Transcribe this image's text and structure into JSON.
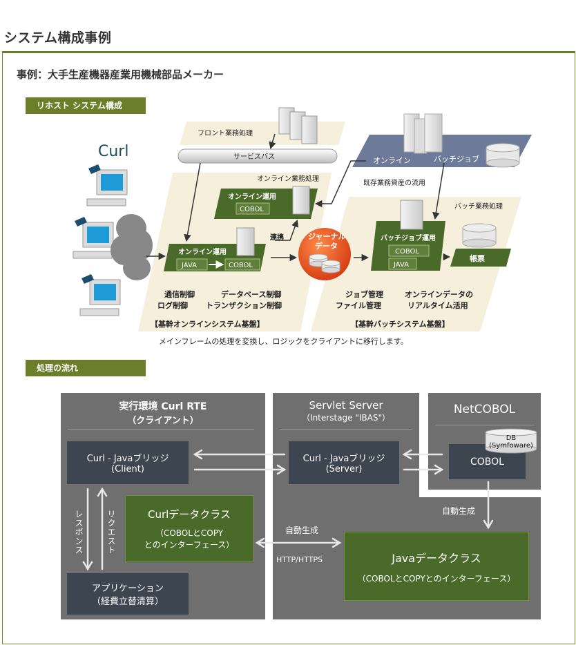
{
  "page_title": "システム構成事例",
  "case_title": "事例：大手生産機器産業用機械部品メーカー",
  "section1": "リホスト システム構成",
  "section2": "処理の流れ",
  "arch": {
    "curl_logo": "Curl",
    "front": "フロント業務処理",
    "service_bus": "サービスバス",
    "online_area_label": "オンライン業務処理",
    "online_ops_top": "オンライン運用",
    "cobol_top": "COBOL",
    "online_ops_main": "オンライン運用",
    "java_main": "JAVA",
    "cobol_main": "COBOL",
    "renkei": "連携",
    "journal_1": "ジャーナル",
    "journal_2": "データ",
    "legacy_online": "オンライン",
    "legacy_batch": "バッチジョブ",
    "legacy_reuse": "既存業務資産の流用",
    "batch_area_label": "バッチ業務処理",
    "batch_ops": "バッチジョブ運用",
    "batch_cobol": "COBOL",
    "batch_java": "JAVA",
    "ledger": "帳票",
    "feat_tsushin": "通信制御",
    "feat_log": "ログ制御",
    "feat_db": "データベース制御",
    "feat_tx": "トランザクション制御",
    "feat_job": "ジョブ管理",
    "feat_file": "ファイル管理",
    "feat_rt1": "オンラインデータの",
    "feat_rt2": "リアルタイム活用",
    "base_online": "【基幹オンラインシステム基盤】",
    "base_batch": "【基幹バッチシステム基盤】",
    "caption": "メインフレームの処理を変換し、ロジックをクライアントに移行します。"
  },
  "flow": {
    "rte_title1": "実行環境 Curl RTE",
    "rte_title2": "（クライアント）",
    "servlet_title1": "Servlet Server",
    "servlet_title2": "（Interstage \"IBAS\"）",
    "netcobol_title": "NetCOBOL",
    "bridge_client_1": "Curl - Javaブリッジ",
    "bridge_client_2": "(Client)",
    "bridge_server_1": "Curl - Javaブリッジ",
    "bridge_server_2": "(Server)",
    "cobol": "COBOL",
    "db_1": "DB",
    "db_2": "(Symfoware)",
    "response": "レスポンス",
    "request": "リクエスト",
    "curl_class_1": "Curlデータクラス",
    "curl_class_2": "（COBOLとCOPY",
    "curl_class_3": "とのインターフェース）",
    "auto_gen_mid": "自動生成",
    "http": "HTTP/HTTPS",
    "auto_gen_right": "自動生成",
    "java_class_1": "Javaデータクラス",
    "java_class_2": "（COBOLとCOPYとのインターフェース）",
    "app_1": "アプリケーション",
    "app_2": "（経費立替清算）"
  },
  "colors": {
    "olive": "#6b7f2a",
    "green_box": "#4a6a2a",
    "cream": "#f5efdc",
    "legacy": "#6e7a99",
    "panel": "#6f6f6f",
    "dark_box": "#3c4550",
    "journal": "#e2451c"
  }
}
